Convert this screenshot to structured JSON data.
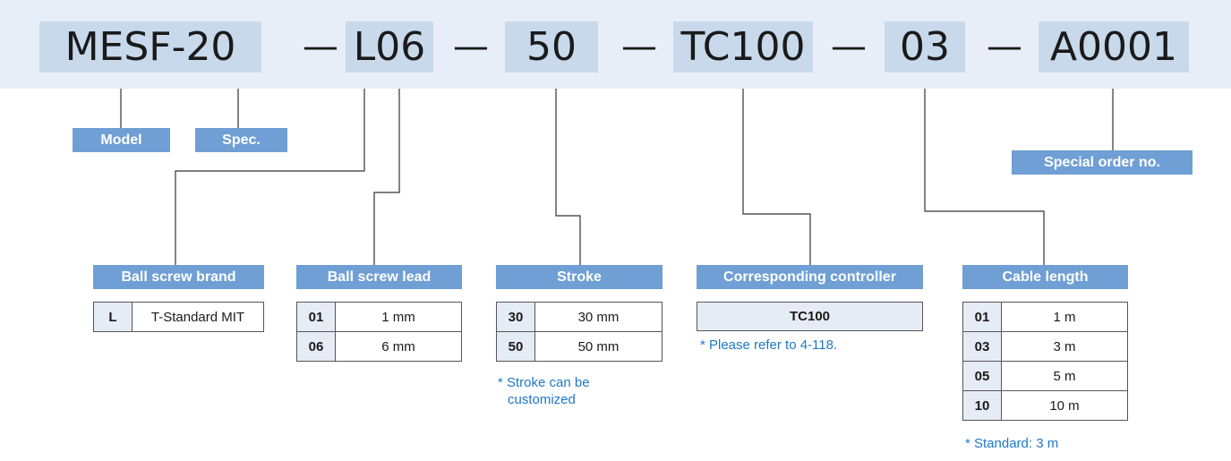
{
  "header": {
    "segments": [
      "MESF-20",
      "L06",
      "50",
      "TC100",
      "03",
      "A0001"
    ],
    "separator": "—"
  },
  "labels": {
    "model": "Model",
    "spec": "Spec.",
    "special": "Special order no."
  },
  "ball_screw_brand": {
    "title": "Ball screw brand",
    "rows": [
      {
        "code": "L",
        "value": "T-Standard MIT"
      }
    ]
  },
  "ball_screw_lead": {
    "title": "Ball screw lead",
    "rows": [
      {
        "code": "01",
        "value": "1 mm"
      },
      {
        "code": "06",
        "value": "6 mm"
      }
    ]
  },
  "stroke": {
    "title": "Stroke",
    "rows": [
      {
        "code": "30",
        "value": "30 mm"
      },
      {
        "code": "50",
        "value": "50 mm"
      }
    ],
    "note_line1": "* Stroke can be",
    "note_line2": "customized"
  },
  "controller": {
    "title": "Corresponding controller",
    "value": "TC100",
    "note": "* Please refer to 4-118."
  },
  "cable_length": {
    "title": "Cable length",
    "rows": [
      {
        "code": "01",
        "value": "1 m"
      },
      {
        "code": "03",
        "value": "3 m"
      },
      {
        "code": "05",
        "value": "5 m"
      },
      {
        "code": "10",
        "value": "10 m"
      }
    ],
    "note": "* Standard: 3 m"
  },
  "colors": {
    "band": "#e8eef7",
    "segment": "#c9d9ec",
    "tag": "#6f9fd4",
    "code_cell": "#e6ecf5",
    "note": "#1e79c8"
  }
}
